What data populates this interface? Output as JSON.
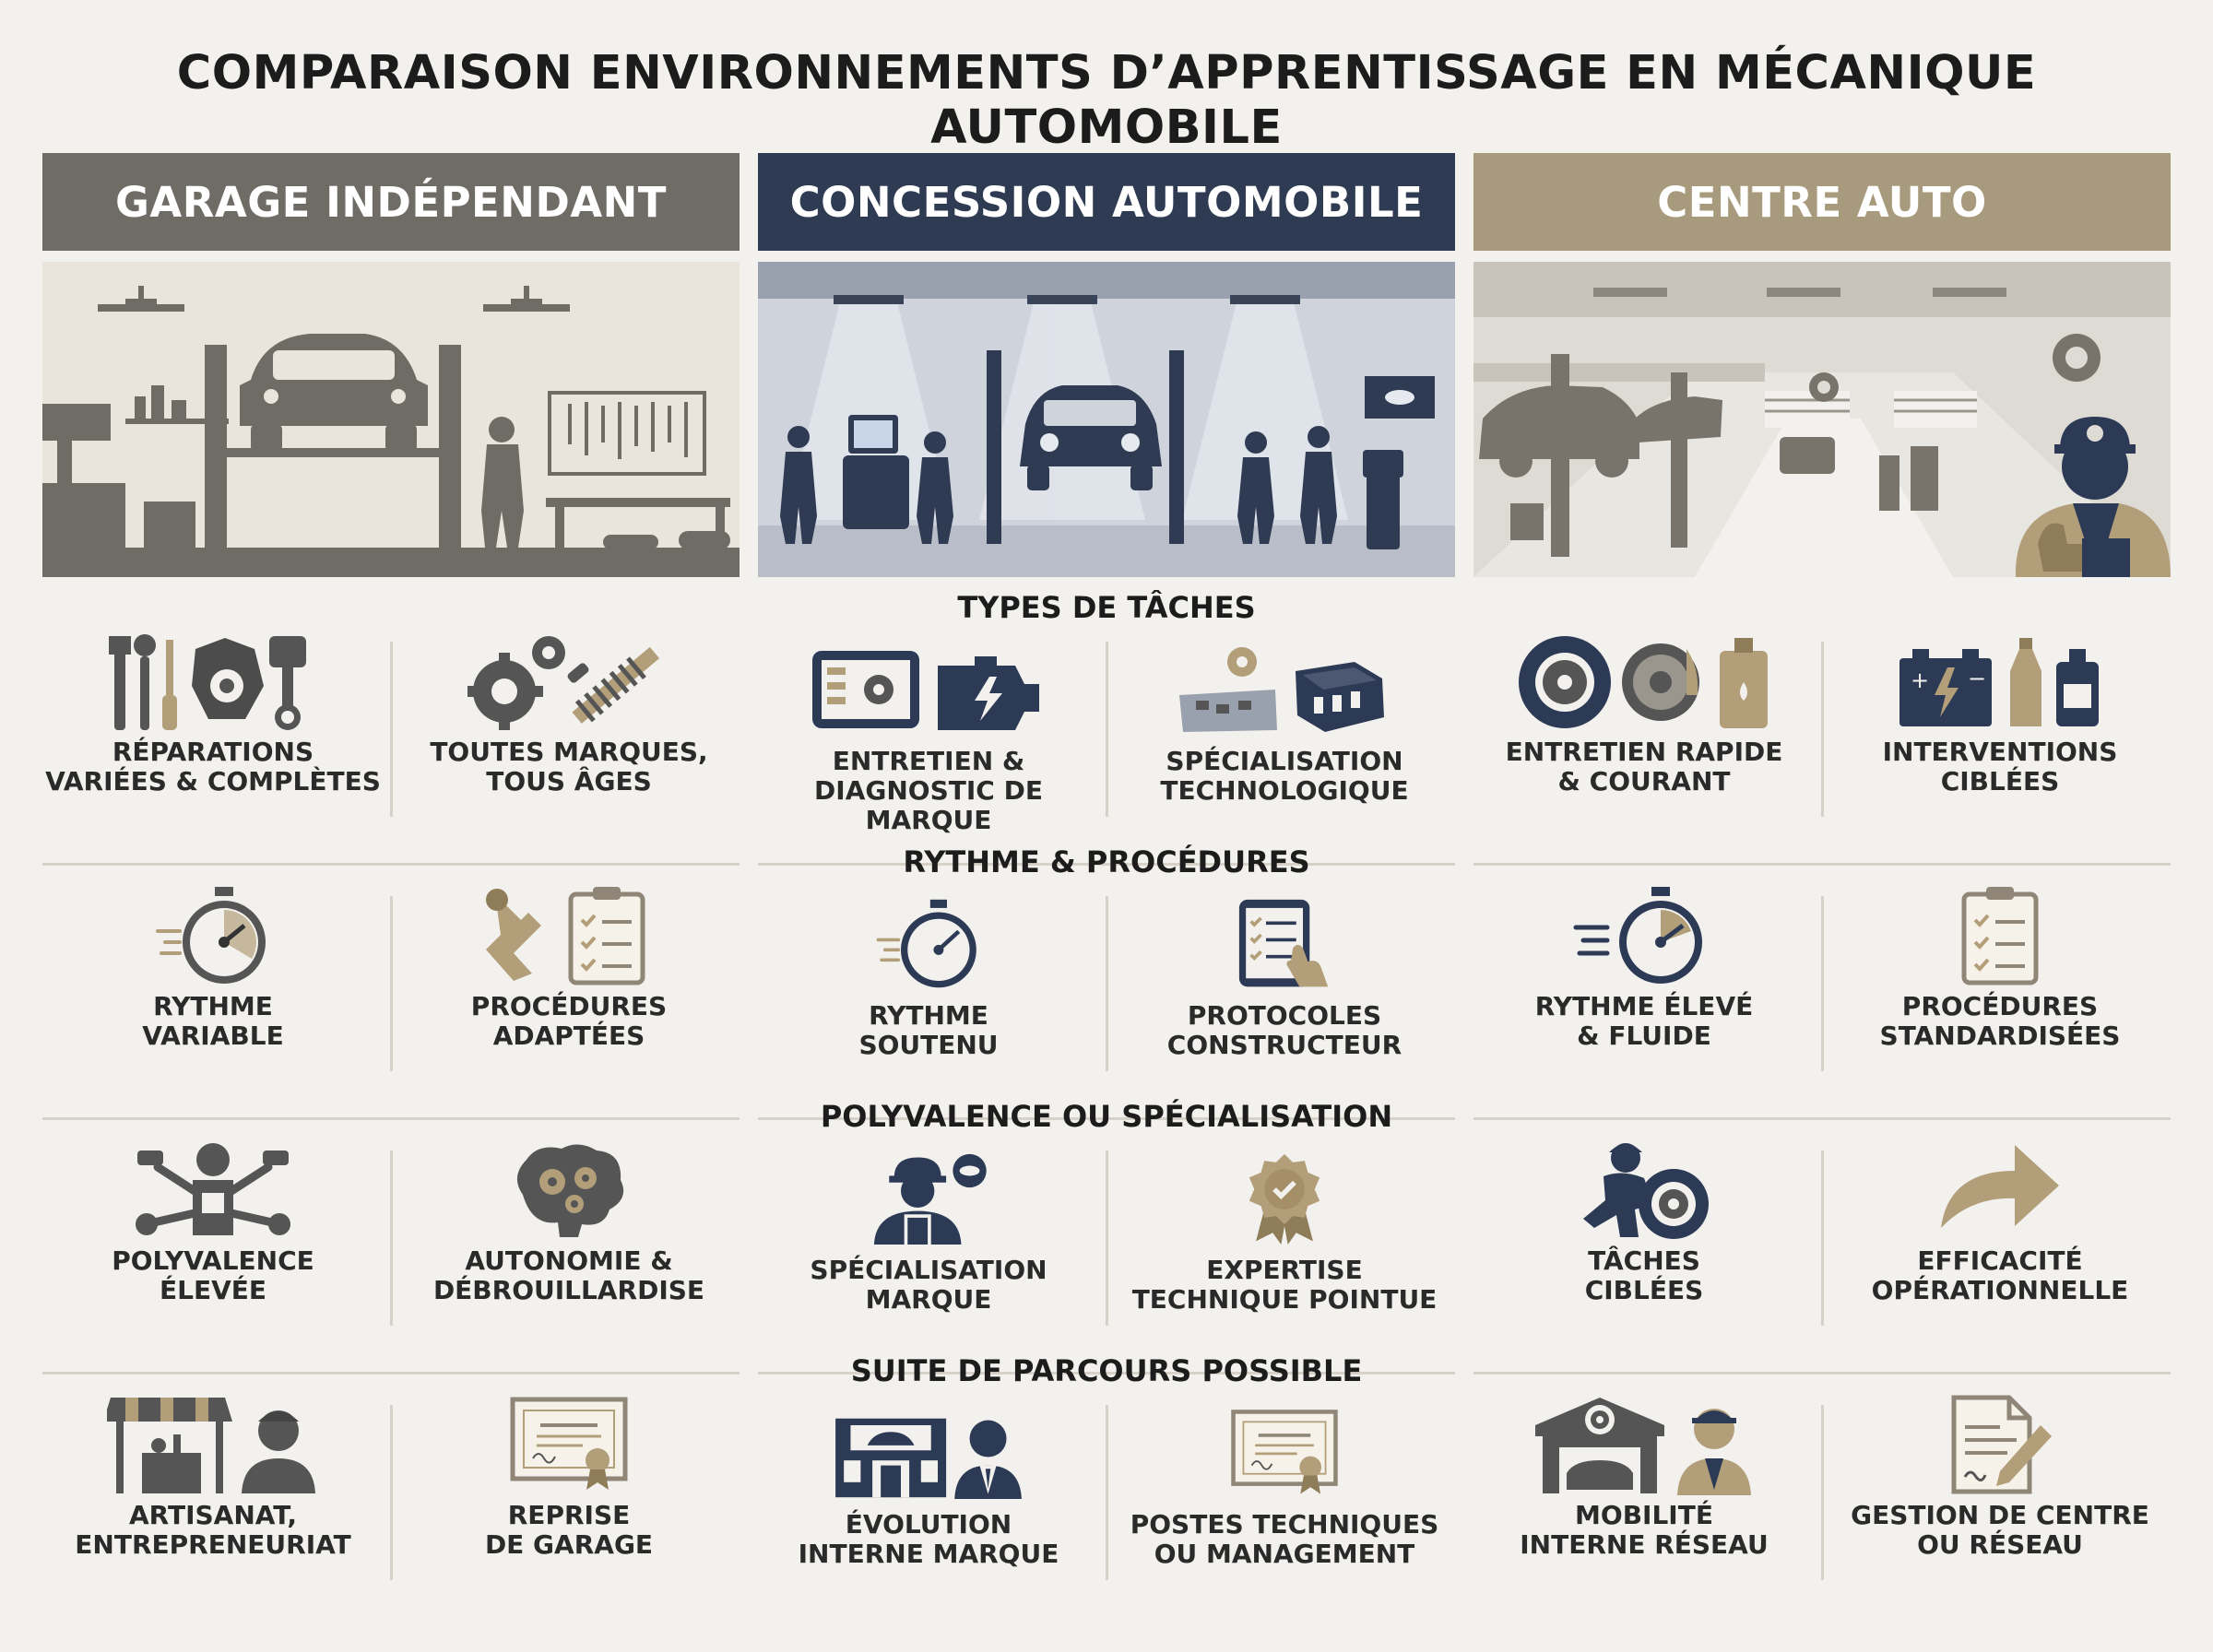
{
  "title": "COMPARAISON ENVIRONNEMENTS D’APPRENTISSAGE EN MÉCANIQUE AUTOMOBILE",
  "colors": {
    "garage": "#6f6c66",
    "concession": "#2e3b52",
    "centre": "#a89a7c",
    "tan": "#b29f79",
    "navy": "#2c3a55",
    "gray": "#5b5b5b"
  },
  "row_titles": [
    "TYPES DE TÂCHES",
    "RYTHME & PROCÉDURES",
    "POLYVALENCE OU SPÉCIALISATION",
    "SUITE DE PARCOURS POSSIBLE"
  ],
  "columns": [
    {
      "header": "GARAGE INDÉPENDANT",
      "rows": [
        [
          {
            "icon": "tools-engine-icon",
            "l1": "RÉPARATIONS",
            "l2": "VARIÉES & COMPLÈTES"
          },
          {
            "icon": "gears-shock-absorber-icon",
            "l1": "TOUTES MARQUES,",
            "l2": "TOUS ÂGES"
          }
        ],
        [
          {
            "icon": "stopwatch-icon",
            "l1": "RYTHME",
            "l2": "VARIABLE"
          },
          {
            "icon": "hand-wrench-checklist-icon",
            "l1": "PROCÉDURES",
            "l2": "ADAPTÉES"
          }
        ],
        [
          {
            "icon": "multi-arm-tools-icon",
            "l1": "POLYVALENCE",
            "l2": "ÉLEVÉE"
          },
          {
            "icon": "brain-gears-icon",
            "l1": "AUTONOMIE &",
            "l2": "DÉBROUILLARDISE"
          }
        ],
        [
          {
            "icon": "workshop-person-icon",
            "l1": "ARTISANAT,",
            "l2": "ENTREPRENEURIAT"
          },
          {
            "icon": "certificate-icon",
            "l1": "REPRISE",
            "l2": "DE GARAGE"
          }
        ]
      ]
    },
    {
      "header": "CONCESSION AUTOMOBILE",
      "rows": [
        [
          {
            "icon": "tablet-engine-icon",
            "l1": "ENTRETIEN &",
            "l2": "DIAGNOSTIC DE MARQUE"
          },
          {
            "icon": "electronic-components-icon",
            "l1": "SPÉCIALISATION",
            "l2": "TECHNOLOGIQUE"
          }
        ],
        [
          {
            "icon": "stopwatch-icon",
            "l1": "RYTHME",
            "l2": "SOUTENU"
          },
          {
            "icon": "tablet-checklist-icon",
            "l1": "PROTOCOLES",
            "l2": "CONSTRUCTEUR"
          }
        ],
        [
          {
            "icon": "mechanic-badge-icon",
            "l1": "SPÉCIALISATION",
            "l2": "MARQUE"
          },
          {
            "icon": "award-badge-icon",
            "l1": "EXPERTISE",
            "l2": "TECHNIQUE POINTUE"
          }
        ],
        [
          {
            "icon": "dealership-manager-icon",
            "l1": "ÉVOLUTION",
            "l2": "INTERNE MARQUE"
          },
          {
            "icon": "certificate-icon",
            "l1": "POSTES TECHNIQUES",
            "l2": "OU MANAGEMENT"
          }
        ]
      ]
    },
    {
      "header": "CENTRE AUTO",
      "rows": [
        [
          {
            "icon": "tire-brake-oil-icon",
            "l1": "ENTRETIEN RAPIDE",
            "l2": "& COURANT"
          },
          {
            "icon": "battery-fluids-icon",
            "l1": "INTERVENTIONS",
            "l2": "CIBLÉES"
          }
        ],
        [
          {
            "icon": "stopwatch-fast-icon",
            "l1": "RYTHME ÉLEVÉ",
            "l2": "& FLUIDE"
          },
          {
            "icon": "clipboard-checklist-icon",
            "l1": "PROCÉDURES",
            "l2": "STANDARDISÉES"
          }
        ],
        [
          {
            "icon": "mechanic-tire-icon",
            "l1": "TÂCHES",
            "l2": "CIBLÉES"
          },
          {
            "icon": "curved-arrow-icon",
            "l1": "EFFICACITÉ",
            "l2": "OPÉRATIONNELLE"
          }
        ],
        [
          {
            "icon": "auto-center-mechanic-icon",
            "l1": "MOBILITÉ",
            "l2": "INTERNE RÉSEAU"
          },
          {
            "icon": "document-pen-icon",
            "l1": "GESTION DE CENTRE",
            "l2": "OU RÉSEAU"
          }
        ]
      ]
    }
  ]
}
